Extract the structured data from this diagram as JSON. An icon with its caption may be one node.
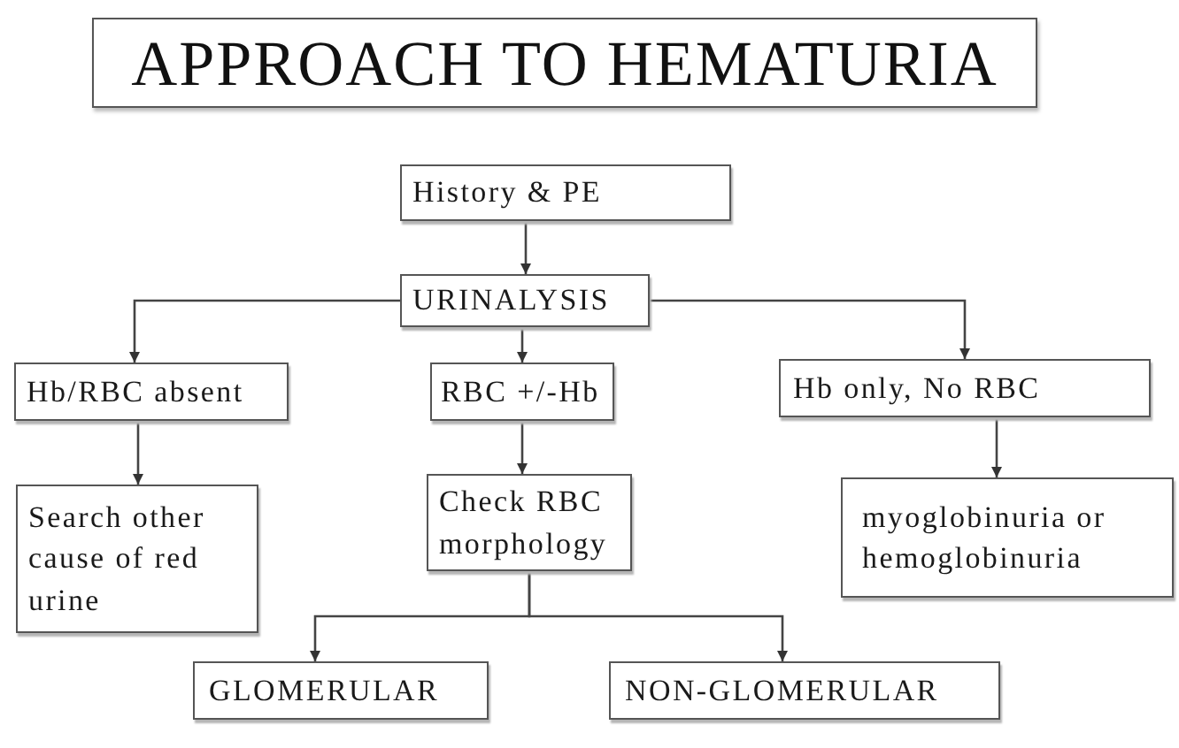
{
  "diagram": {
    "title": "APPROACH TO HEMATURIA",
    "nodes": [
      {
        "text": [
          "History & PE"
        ]
      },
      {
        "text": [
          "URINALYSIS"
        ]
      },
      {
        "text": [
          "Hb/RBC absent"
        ]
      },
      {
        "text": [
          "RBC +/-Hb"
        ]
      },
      {
        "text": [
          "Hb only, No RBC"
        ]
      },
      {
        "text": [
          "Search other cause of red urine"
        ]
      },
      {
        "text": [
          "Check RBC morphology"
        ]
      },
      {
        "text": [
          "myoglobinuria or hemoglobinuria"
        ]
      },
      {
        "text": [
          "GLOMERULAR"
        ]
      },
      {
        "text": [
          "NON-GLOMERULAR"
        ]
      }
    ],
    "edges": [
      {
        "from": 0,
        "to": 1,
        "arrow": "to"
      },
      {
        "from": 1,
        "to": 2,
        "arrow": "to"
      },
      {
        "from": 1,
        "to": 3,
        "arrow": "to"
      },
      {
        "from": 1,
        "to": 4,
        "arrow": "to"
      },
      {
        "from": 2,
        "to": 5,
        "arrow": "to"
      },
      {
        "from": 3,
        "to": 6,
        "arrow": "to"
      },
      {
        "from": 4,
        "to": 7,
        "arrow": "to"
      },
      {
        "from": 6,
        "to": 8,
        "arrow": "to"
      },
      {
        "from": 6,
        "to": 9,
        "arrow": "to"
      }
    ]
  }
}
